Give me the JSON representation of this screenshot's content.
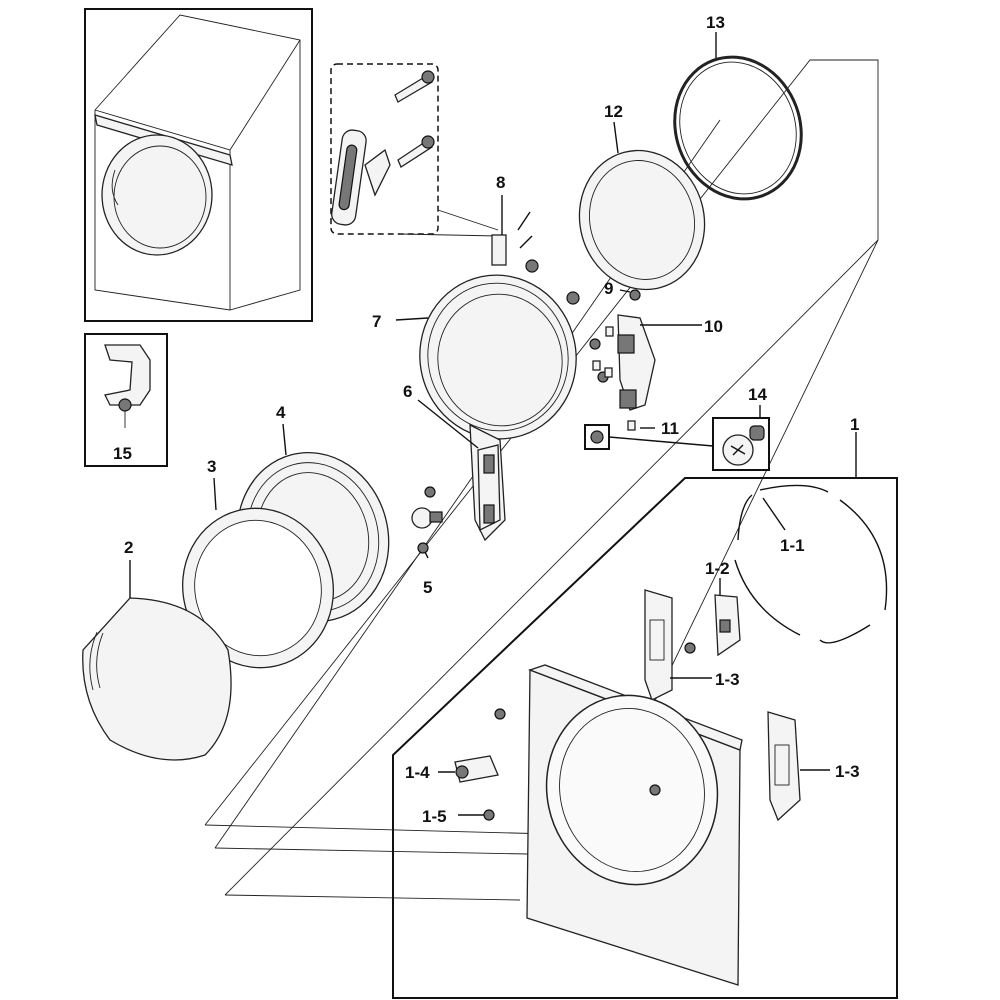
{
  "callouts": {
    "c1": "1",
    "c1_1": "1-1",
    "c1_2": "1-2",
    "c1_3a": "1-3",
    "c1_3b": "1-3",
    "c1_4": "1-4",
    "c1_5": "1-5",
    "c2": "2",
    "c3": "3",
    "c4": "4",
    "c5": "5",
    "c6": "6",
    "c7": "7",
    "c8": "8",
    "c9": "9",
    "c10": "10",
    "c11": "11",
    "c12": "12",
    "c13": "13",
    "c14": "14",
    "c15": "15"
  },
  "colors": {
    "line": "#111111",
    "part_fill": "#f4f4f4",
    "background": "#ffffff"
  }
}
